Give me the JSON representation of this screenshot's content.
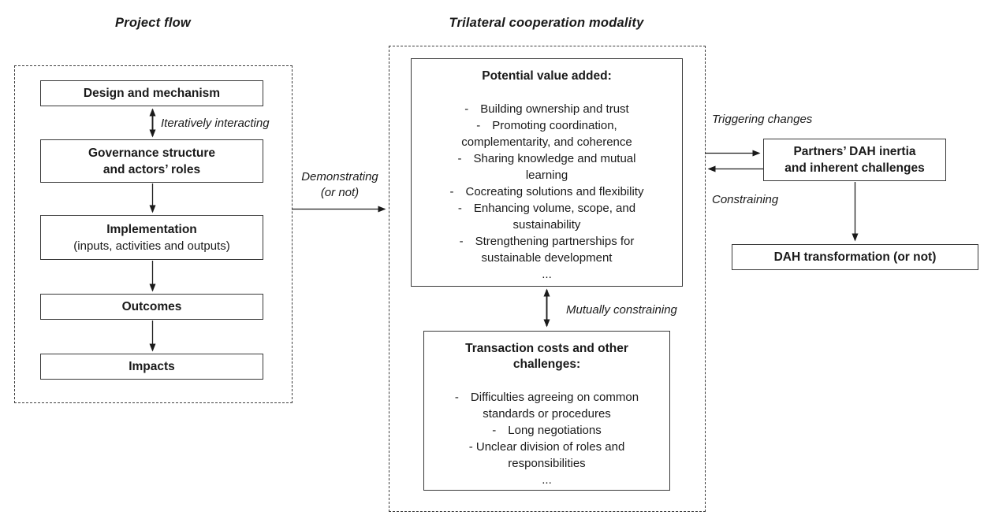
{
  "left_panel": {
    "title": "Project flow",
    "design_box": "Design and mechanism",
    "iterative_label": "Iteratively interacting",
    "governance_box_line1": "Governance structure",
    "governance_box_line2": "and actors’ roles",
    "implementation_box_line1": "Implementation",
    "implementation_box_line2": "(inputs, activities and outputs)",
    "outcomes_box": "Outcomes",
    "impacts_box": "Impacts"
  },
  "demonstrating_label": {
    "line1": "Demonstrating",
    "line2": "(or not)"
  },
  "middle_panel": {
    "title": "Trilateral cooperation modality",
    "value_box": {
      "heading": "Potential value added:",
      "lines": [
        "- Building ownership and trust",
        "- Promoting coordination,",
        "complementarity, and coherence",
        "- Sharing knowledge and mutual",
        "learning",
        "- Cocreating solutions and flexibility",
        "- Enhancing volume, scope, and",
        "sustainability",
        "- Strengthening partnerships for",
        "sustainable development",
        "..."
      ]
    },
    "mutually_label": "Mutually constraining",
    "transaction_box": {
      "heading_line1": "Transaction costs and other",
      "heading_line2": "challenges:",
      "lines": [
        "- Difficulties agreeing on common",
        "standards or procedures",
        "- Long negotiations",
        "- Unclear division of roles and",
        "responsibilities",
        "..."
      ]
    }
  },
  "right_panel": {
    "triggering_label": "Triggering changes",
    "partners_box_line1": "Partners’ DAH inertia",
    "partners_box_line2": "and inherent challenges",
    "constraining_label": "Constraining",
    "dah_box": "DAH transformation (or not)"
  }
}
